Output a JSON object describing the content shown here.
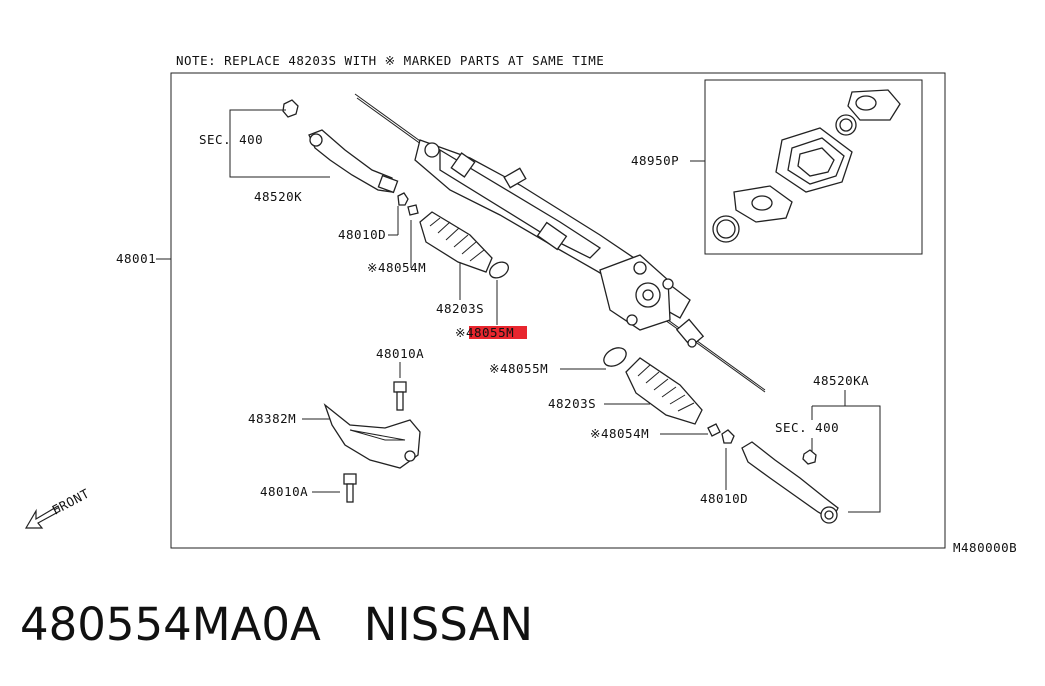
{
  "note": "NOTE: REPLACE 48203S WITH ※ MARKED PARTS AT SAME TIME",
  "diagram_code": "M480000B",
  "labels": {
    "assembly": "48001",
    "sec400_left": "SEC. 400",
    "tie_rod_end_left": "48520K",
    "nut_left": "48010D",
    "clamp_left": "※48054M",
    "boot_left": "48203S",
    "boot_clamp_highlighted": "※48055M",
    "kit": "48950P",
    "bolt_upper": "48010A",
    "insulator": "48382M",
    "bolt_lower": "48010A",
    "front": "FRONT",
    "clamp_right_ring": "※48055M",
    "boot_right": "48203S",
    "clamp_right": "※48054M",
    "nut_right": "48010D",
    "tie_rod_end_right": "48520KA",
    "sec400_right": "SEC. 400"
  },
  "highlight_color": "#e8262e",
  "caption": {
    "part_number": "480554MA0A",
    "brand": "NISSAN"
  }
}
